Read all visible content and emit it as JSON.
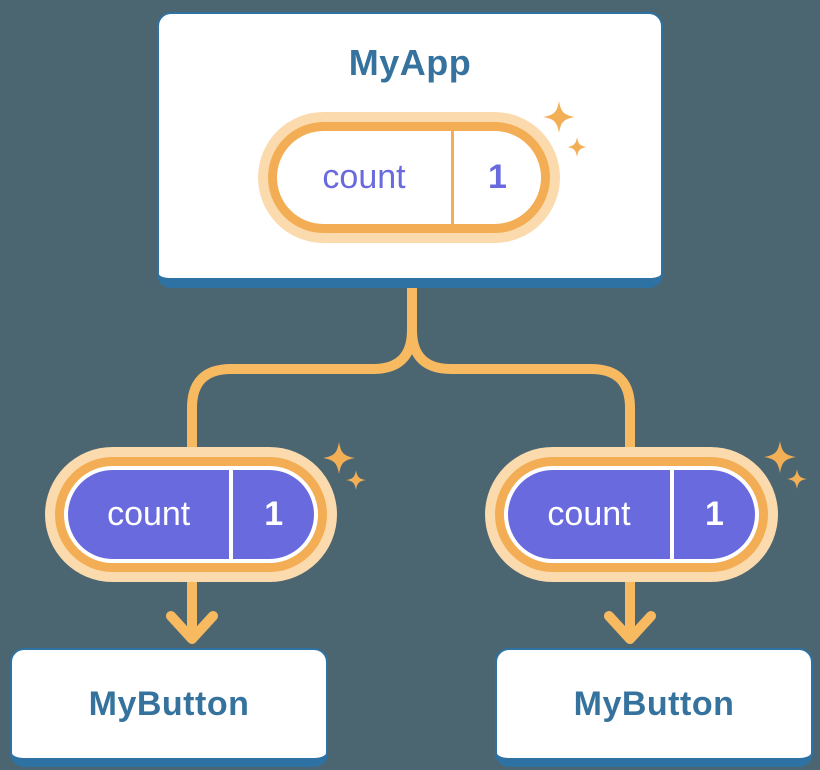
{
  "diagram": {
    "type": "component-tree",
    "root": {
      "title": "MyApp",
      "pill": {
        "label": "count",
        "value": "1"
      }
    },
    "children": [
      {
        "title": "MyButton",
        "pill": {
          "label": "count",
          "value": "1"
        }
      },
      {
        "title": "MyButton",
        "pill": {
          "label": "count",
          "value": "1"
        }
      }
    ]
  },
  "colors": {
    "background": "#4C6671",
    "card_background": "#FFFFFF",
    "card_border": "#2D72A3",
    "heading_text": "#35739E",
    "connector_orange": "#F7BA60",
    "pill_ring_orange": "#F3AE55",
    "pill_glow": "#FBDBAD",
    "pill_fill_purple": "#696ADE",
    "pill_text_purple": "#6A6ADF",
    "sparkle_orange": "#F2AF55"
  },
  "icons": {
    "sparkle": "four-point-star"
  }
}
